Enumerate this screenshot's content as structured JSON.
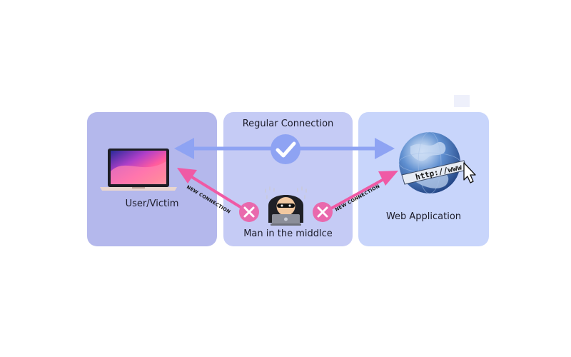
{
  "nodes": {
    "user": {
      "label": "User/Victim",
      "icon": "laptop-icon"
    },
    "attacker": {
      "label": "Man in the middlce",
      "icon": "hacker-icon"
    },
    "web": {
      "label": "Web Application",
      "icon": "globe-icon"
    }
  },
  "connections": {
    "regular": {
      "label": "Regular Connection",
      "status_icon": "check-icon"
    },
    "intercepted_left": {
      "label": "NEW CONNECTION",
      "status_icon": "cross-icon"
    },
    "intercepted_right": {
      "label": "NEW CONNECTION",
      "status_icon": "cross-icon"
    }
  },
  "globe": {
    "url_text": "http://www"
  },
  "colors": {
    "panel_user": "#b4b8ec",
    "panel_mitm": "#c5cbf5",
    "panel_web": "#c8d5fb",
    "regular_arrow": "#8ea3f3",
    "new_connection_arrow": "#ef5aa5",
    "cross_badge": "#e969ad"
  }
}
